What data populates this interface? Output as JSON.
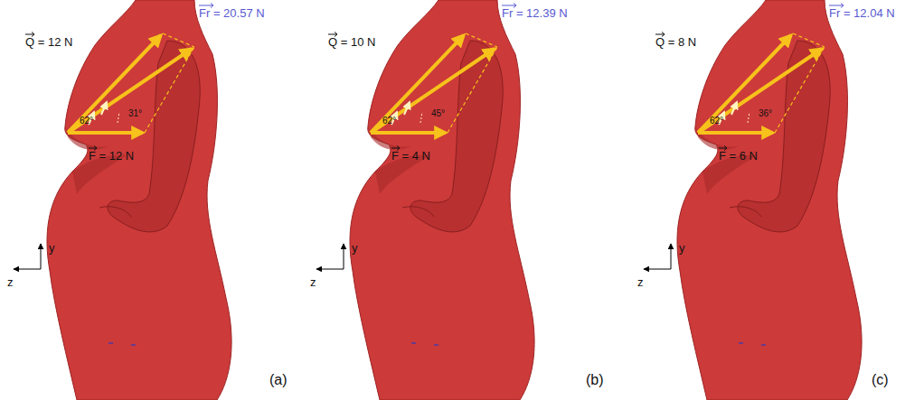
{
  "diagram": {
    "labels": [
      "Q = 12 N",
      "Fr = 20.57 N",
      "62°",
      "31°",
      "F = 12 N",
      "y",
      "z",
      "(a)",
      "Q = 10 N",
      "Fr = 12.39 N",
      "62°",
      "45°",
      "F = 4 N",
      "y",
      "z",
      "(b)",
      "Q = 8 N",
      "Fr = 12.04 N",
      "62°",
      "36°",
      "F = 6 N",
      "y",
      "z",
      "(c)"
    ]
  }
}
